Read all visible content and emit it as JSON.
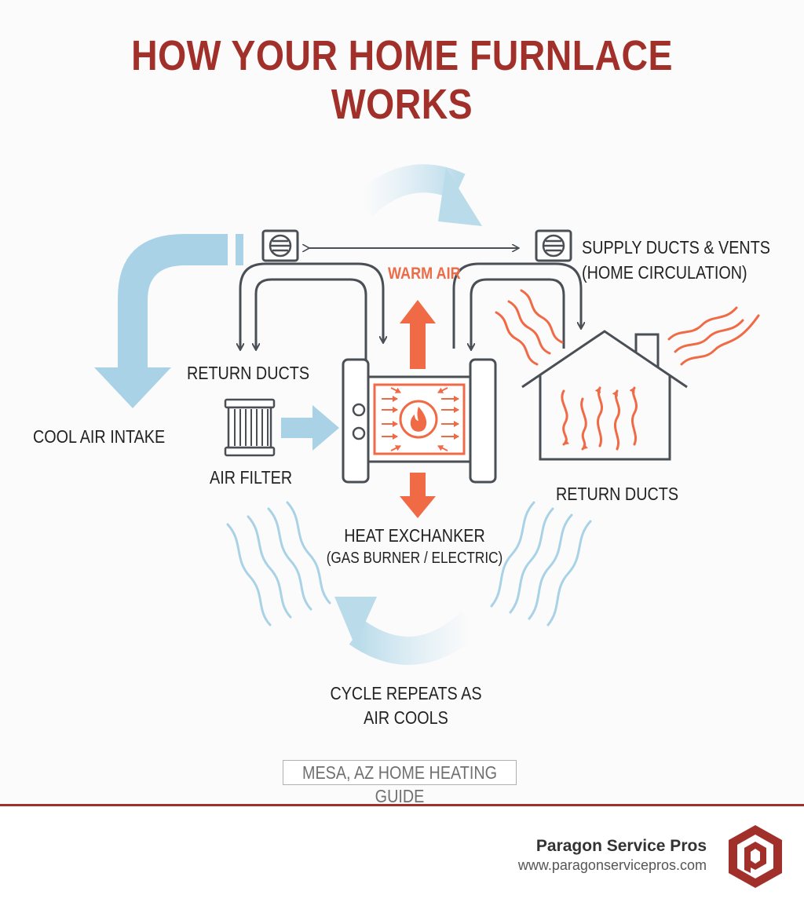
{
  "title": "HOW YOUR HOME FURNLACE WORKS",
  "labels": {
    "warm_air": "WARM AIR",
    "supply_line1": "SUPPLY DUCTS & VENTS",
    "supply_line2": "(HOME CIRCULATION)",
    "return_ducts_left": "RETURN DUCTS",
    "cool_air_intake": "COOL AIR INTAKE",
    "air_filter": "AIR FILTER",
    "return_ducts_right": "RETURN DUCTS",
    "heat_exchanger_line1": "HEAT EXCHANKER",
    "heat_exchanger_line2": "(GAS BURNER / ELECTRIC)",
    "cycle_line1": "CYCLE REPEATS AS",
    "cycle_line2": "AIR COOLS"
  },
  "guide_label": "MESA, AZ HOME HEATING GUIDE",
  "footer": {
    "brand_name": "Paragon Service Pros",
    "brand_url": "www.paragonservicepros.com"
  },
  "colors": {
    "title": "#a1302a",
    "warm": "#f06a45",
    "cool": "#a9d2e6",
    "outline": "#4a4f55",
    "brand": "#a1302a"
  },
  "icons": [
    "vent-grille-icon",
    "flame-icon",
    "house-icon",
    "air-filter-icon",
    "logo-icon"
  ]
}
